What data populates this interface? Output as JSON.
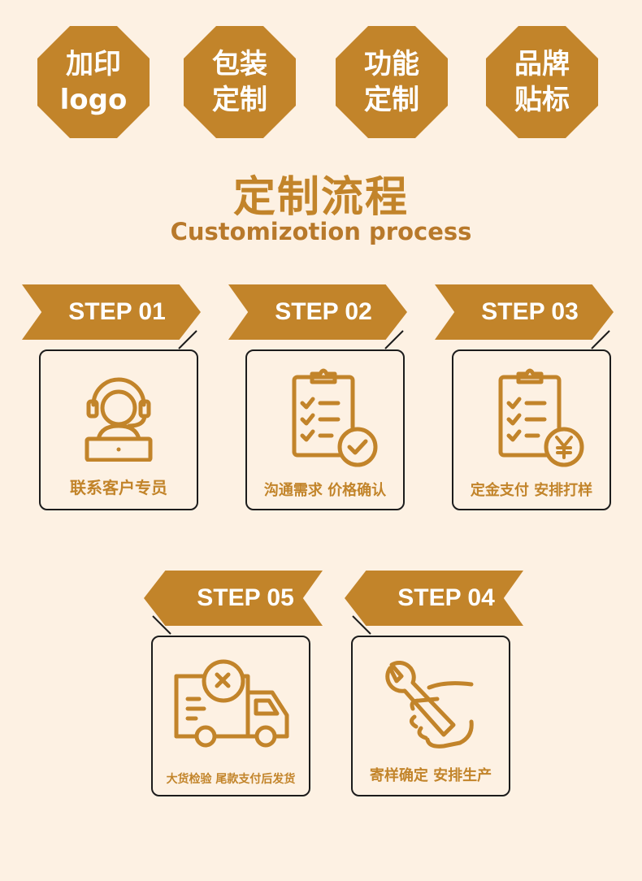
{
  "badges": [
    {
      "line1": "加印",
      "line2": "logo"
    },
    {
      "line1": "包装",
      "line2": "定制"
    },
    {
      "line1": "功能",
      "line2": "定制"
    },
    {
      "line1": "品牌",
      "line2": "贴标"
    }
  ],
  "heading": {
    "title": "定制流程",
    "subtitle": "Customizotion process"
  },
  "steps": [
    {
      "tag": "STEP 01",
      "label": "联系客户专员"
    },
    {
      "tag": "STEP 02",
      "label": "沟通需求 价格确认"
    },
    {
      "tag": "STEP 03",
      "label": "定金支付 安排打样"
    },
    {
      "tag": "STEP 04",
      "label": "寄样确定 安排生产"
    },
    {
      "tag": "STEP 05",
      "label": "大货检验 尾款支付后发货"
    }
  ],
  "colors": {
    "accent": "#c2842a",
    "background": "#fdf1e3",
    "border": "#1c1c1c"
  },
  "icons": {
    "step1": "customer-service-icon",
    "step2": "clipboard-check-icon",
    "step3": "clipboard-yen-icon",
    "step4": "wrench-hand-icon",
    "step5": "delivery-truck-icon"
  }
}
